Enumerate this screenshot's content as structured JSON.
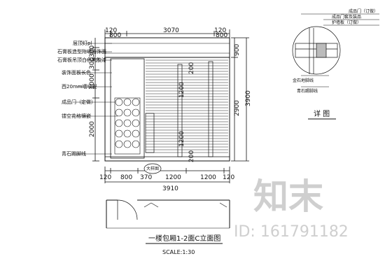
{
  "top_dims": [
    "120",
    "800",
    "3070",
    "120",
    "800"
  ],
  "bottom_dims_row1": [
    "120",
    "800",
    "370",
    "1200",
    "1200",
    "120"
  ],
  "bottom_total": "3910",
  "right_dims_inner": [
    "900",
    "2900"
  ],
  "right_total": "3900",
  "left_dims": [
    "300",
    "300",
    "1000",
    "2000"
  ],
  "inner_dims": [
    "200",
    "1200",
    "1200",
    "200"
  ],
  "left_labels": [
    "层顶灯pl",
    "石膏板造型附墙面饰面",
    "石膏板吊顶白色乳胶漆",
    "装饰面板长色",
    "西20mm墙块型",
    "成品门（定做）",
    "镂空花格镶嵌",
    "青石踢脚线"
  ],
  "callout_label": "大样图",
  "drawing_title": "一楼包厢1-2面C立面图",
  "scale": "SCALE:1:30",
  "detail_labels": [
    "成品门（订做）",
    "成品门套及装品",
    "护墙板（订做）",
    "金石地脚线",
    "青石踢脚线"
  ],
  "detail_title": "详 图",
  "watermark_text": "知末",
  "watermark_id": "ID: 161791182"
}
